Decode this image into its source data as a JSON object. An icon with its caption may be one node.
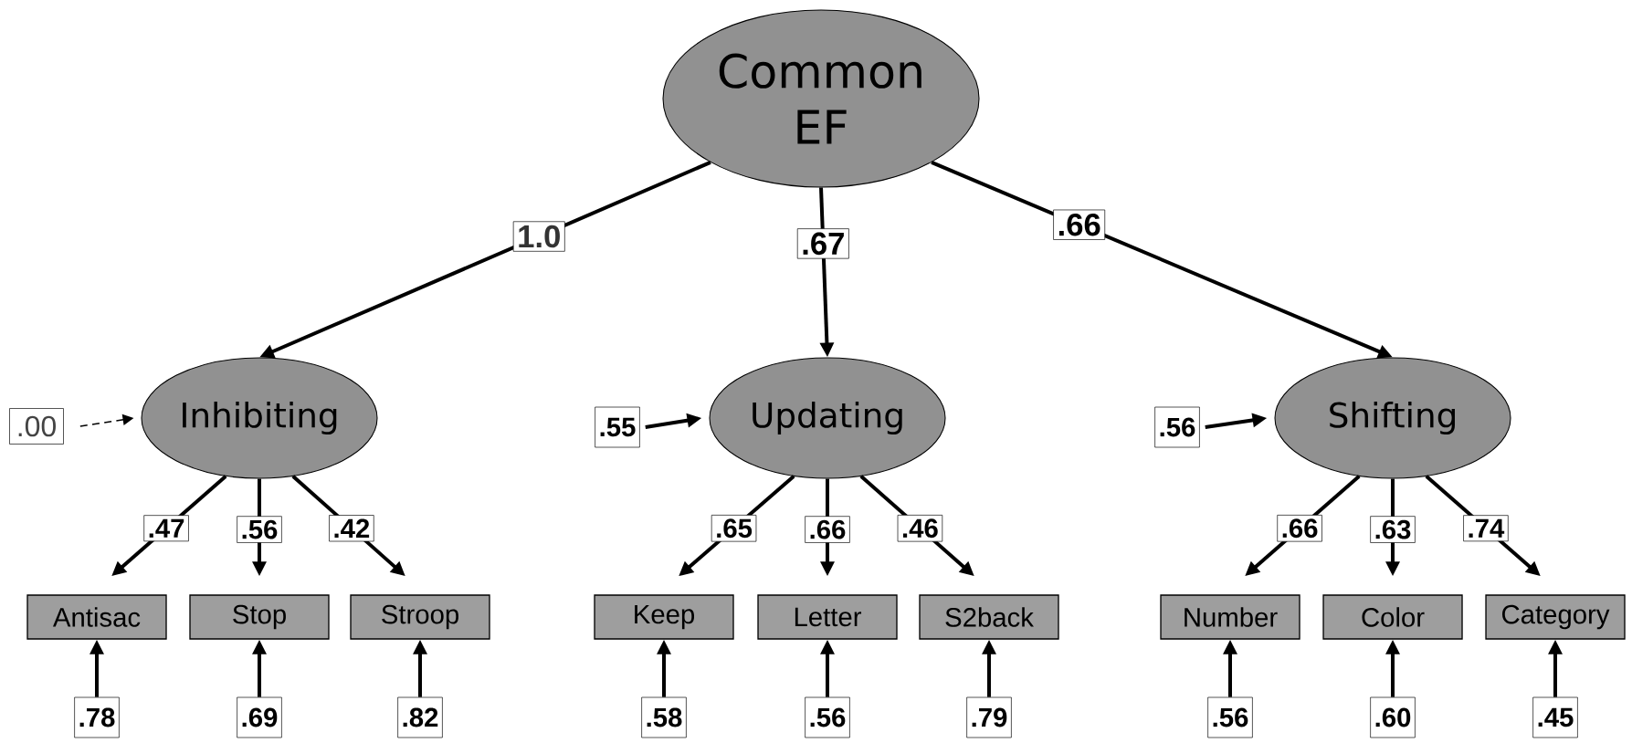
{
  "diagram": {
    "nodes": [
      {
        "text": [
          "Common EF"
        ]
      },
      {
        "text": [
          ".00"
        ]
      },
      {
        "text": [
          "Inhibiting"
        ]
      },
      {
        "text": [
          ".55"
        ]
      },
      {
        "text": [
          "Updating"
        ]
      },
      {
        "text": [
          ".56"
        ]
      },
      {
        "text": [
          "Shifting"
        ]
      },
      {
        "text": [
          "Antisac"
        ]
      },
      {
        "text": [
          "Stop"
        ]
      },
      {
        "text": [
          "Stroop"
        ]
      },
      {
        "text": [
          "Keep"
        ]
      },
      {
        "text": [
          "Letter"
        ]
      },
      {
        "text": [
          "S2back"
        ]
      },
      {
        "text": [
          "Number"
        ]
      },
      {
        "text": [
          "Color"
        ]
      },
      {
        "text": [
          "Category"
        ]
      },
      {
        "text": [
          ".78"
        ]
      },
      {
        "text": [
          ".69"
        ]
      },
      {
        "text": [
          ".82"
        ]
      },
      {
        "text": [
          ".58"
        ]
      },
      {
        "text": [
          ".56"
        ]
      },
      {
        "text": [
          ".79"
        ]
      },
      {
        "text": [
          ".56"
        ]
      },
      {
        "text": [
          ".60"
        ]
      },
      {
        "text": [
          ".45"
        ]
      }
    ],
    "edges": [
      {
        "from": 0,
        "to": 2,
        "arrow": "to",
        "label": "1.0"
      },
      {
        "from": 0,
        "to": 4,
        "arrow": "to",
        "label": ".67"
      },
      {
        "from": 0,
        "to": 6,
        "arrow": "to",
        "label": ".66"
      },
      {
        "from": 1,
        "to": 2,
        "arrow": "to",
        "style": "dashed"
      },
      {
        "from": 3,
        "to": 4,
        "arrow": "to"
      },
      {
        "from": 5,
        "to": 6,
        "arrow": "to"
      },
      {
        "from": 2,
        "to": 7,
        "arrow": "to",
        "label": ".47"
      },
      {
        "from": 2,
        "to": 8,
        "arrow": "to",
        "label": ".56"
      },
      {
        "from": 2,
        "to": 9,
        "arrow": "to",
        "label": ".42"
      },
      {
        "from": 4,
        "to": 10,
        "arrow": "to",
        "label": ".65"
      },
      {
        "from": 4,
        "to": 11,
        "arrow": "to",
        "label": ".66"
      },
      {
        "from": 4,
        "to": 12,
        "arrow": "to",
        "label": ".46"
      },
      {
        "from": 6,
        "to": 13,
        "arrow": "to",
        "label": ".66"
      },
      {
        "from": 6,
        "to": 14,
        "arrow": "to",
        "label": ".63"
      },
      {
        "from": 6,
        "to": 15,
        "arrow": "to",
        "label": ".74"
      },
      {
        "from": 16,
        "to": 7,
        "arrow": "to"
      },
      {
        "from": 17,
        "to": 8,
        "arrow": "to"
      },
      {
        "from": 18,
        "to": 9,
        "arrow": "to"
      },
      {
        "from": 19,
        "to": 10,
        "arrow": "to"
      },
      {
        "from": 20,
        "to": 11,
        "arrow": "to"
      },
      {
        "from": 21,
        "to": 12,
        "arrow": "to"
      },
      {
        "from": 22,
        "to": 13,
        "arrow": "to"
      },
      {
        "from": 23,
        "to": 14,
        "arrow": "to"
      },
      {
        "from": 24,
        "to": 15,
        "arrow": "to"
      }
    ]
  }
}
